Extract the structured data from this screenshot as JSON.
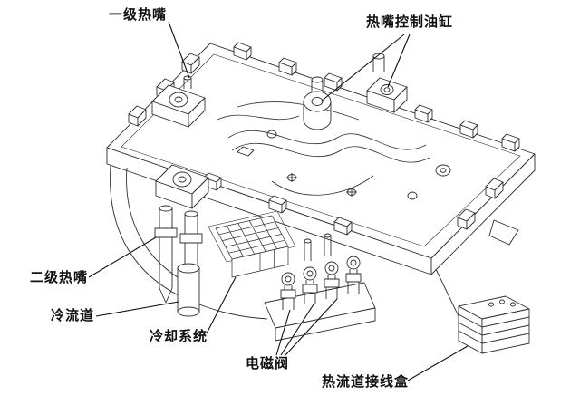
{
  "colors": {
    "background": "#ffffff",
    "line": "#2e2e2e",
    "leader": "#0f0f0f",
    "text": "#101010"
  },
  "labels": [
    {
      "id": "primary-hot-nozzle",
      "text": "一级热嘴"
    },
    {
      "id": "hot-nozzle-control-cylinder",
      "text": "热嘴控制油缸"
    },
    {
      "id": "secondary-hot-nozzle",
      "text": "二级热嘴"
    },
    {
      "id": "cold-runner",
      "text": "冷流道"
    },
    {
      "id": "cooling-system",
      "text": "冷却系统"
    },
    {
      "id": "solenoid-valve",
      "text": "电磁阀"
    },
    {
      "id": "hot-runner-junction-box",
      "text": "热流道接线盒"
    }
  ]
}
